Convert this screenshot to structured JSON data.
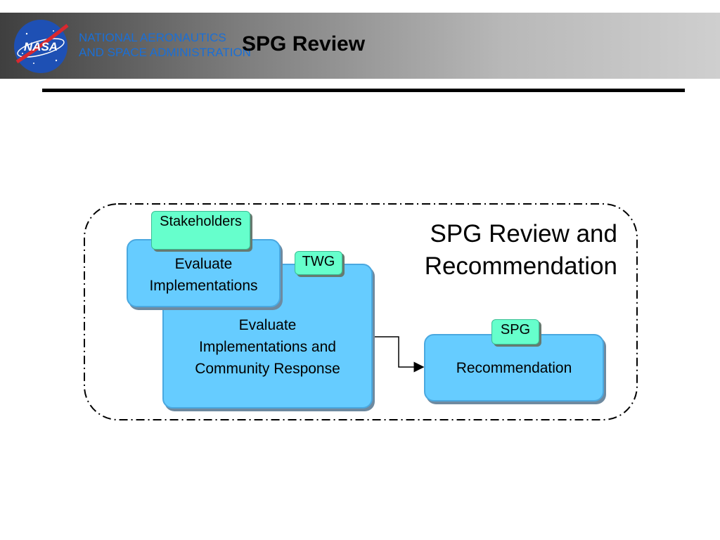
{
  "header": {
    "agency_line1": "NATIONAL AERONAUTICS",
    "agency_line2": "AND SPACE ADMINISTRATION",
    "logo_text": "NASA",
    "title": "SPG Review"
  },
  "diagram": {
    "boundary_label": "SPG Review and Recommendation",
    "nodes": {
      "evaluate_implementations": {
        "label_line1": "Evaluate",
        "label_line2": "Implementations",
        "tag": "Stakehold­ers"
      },
      "evaluate_community": {
        "label_line1": "Evaluate",
        "label_line2": "Implementations and",
        "label_line3": "Community Response",
        "tag": "TWG"
      },
      "recommendation": {
        "label": "Recommendation",
        "tag": "SPG"
      }
    },
    "edges": [
      {
        "from": "evaluate_community",
        "to": "recommendation"
      }
    ]
  },
  "colors": {
    "box_fill": "#66ccff",
    "tag_fill": "#66ffcc",
    "agency_text": "#1a6fd6"
  }
}
